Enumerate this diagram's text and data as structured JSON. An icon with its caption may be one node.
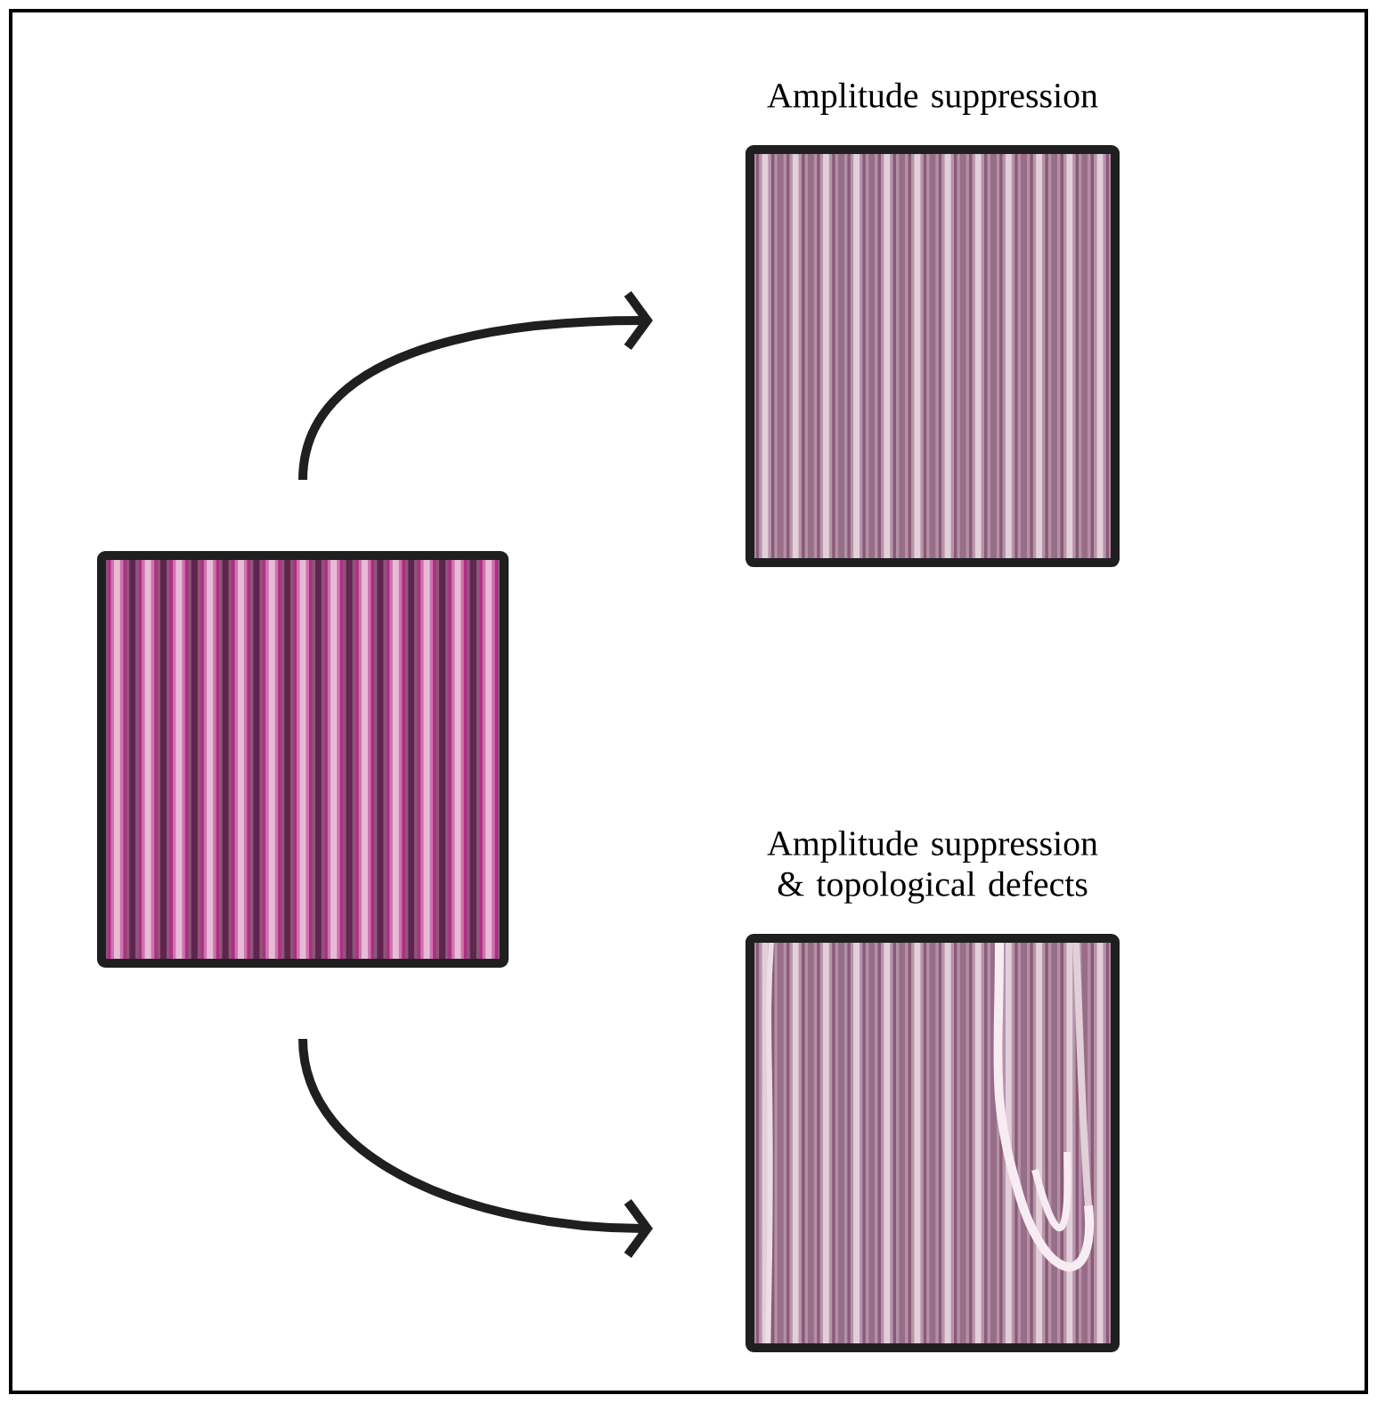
{
  "diagram": {
    "nodes": [
      {
        "text": [],
        "shape": "picture"
      },
      {
        "text": [
          "Amplitude suppression"
        ]
      },
      {
        "text": [
          "Amplitude suppression & topological defects"
        ]
      }
    ],
    "edges": [
      {
        "from": 0,
        "to": 1,
        "arrow": "to"
      },
      {
        "from": 0,
        "to": 2,
        "arrow": "to"
      }
    ]
  }
}
